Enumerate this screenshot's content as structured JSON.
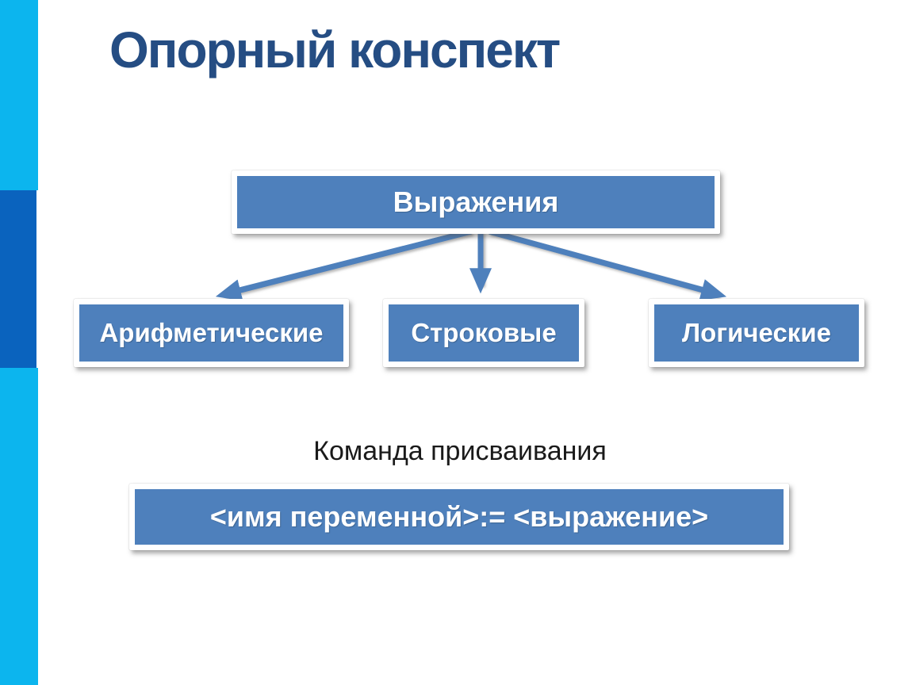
{
  "title": "Опорный конспект",
  "diagram": {
    "root": {
      "label": "Выражения"
    },
    "children": [
      {
        "label": "Арифметические"
      },
      {
        "label": "Строковые"
      },
      {
        "label": "Логические"
      }
    ]
  },
  "assignment": {
    "caption": "Команда присваивания",
    "formula": "<имя переменной>:= <выражение>"
  },
  "colors": {
    "accent_box": "#4E80BC",
    "box_text": "#FFFFFF",
    "title_text": "#254D83",
    "caption_text": "#1A1A1A",
    "sidebar_cyan": "#0CB5EE",
    "sidebar_blue": "#0A63BE",
    "arrow": "#4E80BC",
    "page_bg": "#FFFFFF"
  }
}
